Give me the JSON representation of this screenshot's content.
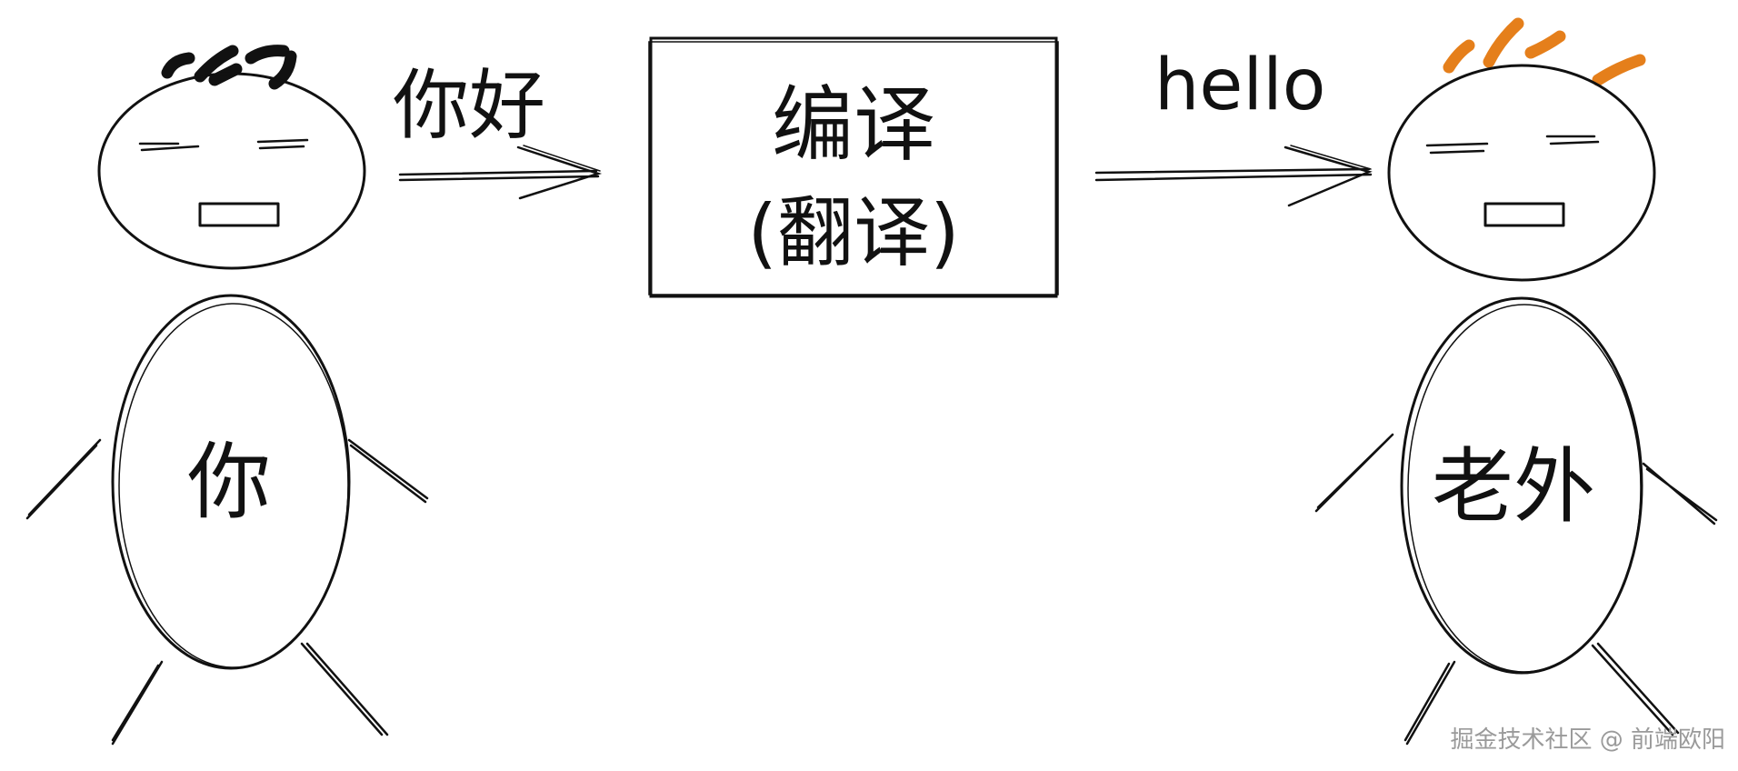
{
  "diagram": {
    "speaker_left": {
      "body_label": "你"
    },
    "speaker_right": {
      "body_label": "老外"
    },
    "input_text": "你好",
    "output_text": "hello",
    "process_box": {
      "line1": "编译",
      "line2": "(翻译)"
    }
  },
  "watermark": "掘金技术社区 @ 前端欧阳",
  "colors": {
    "stroke": "#111111",
    "hair_left": "#111111",
    "hair_right": "#e57f1b",
    "watermark": "#9a9a9a"
  }
}
